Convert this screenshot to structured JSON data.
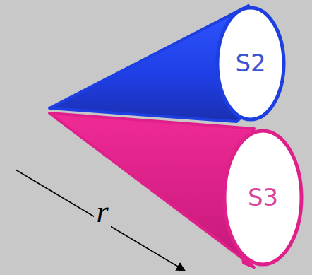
{
  "diagram": {
    "nodes": [
      {
        "text": [
          "S2"
        ]
      },
      {
        "text": [
          "S3"
        ]
      }
    ],
    "labels": [
      "r"
    ]
  }
}
